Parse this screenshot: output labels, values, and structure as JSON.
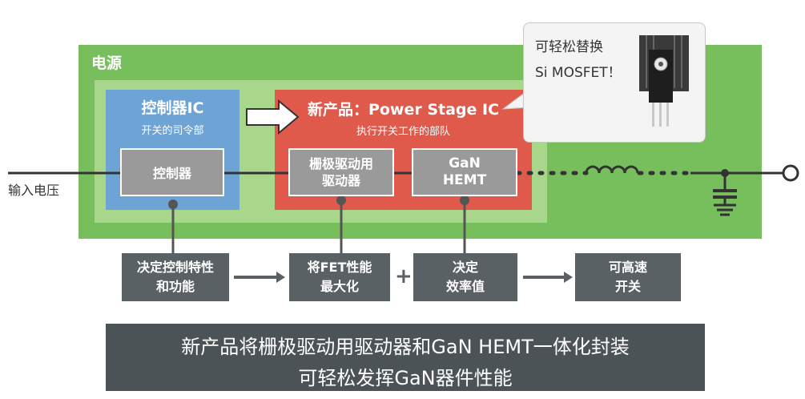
{
  "power_supply": {
    "title": "电源"
  },
  "controller_ic": {
    "title": "控制器IC",
    "subtitle": "开关的司令部",
    "box_label": "控制器"
  },
  "power_stage": {
    "title": "新产品：Power Stage IC",
    "subtitle": "执行开关工作的部队",
    "gate_driver_label": "栅极驱动用\n驱动器",
    "gan_label": "GaN\nHEMT"
  },
  "callout": {
    "line1": "可轻松替换",
    "line2": "Si MOSFET！"
  },
  "input_label": "输入电压",
  "bottom_boxes": {
    "decide_control": "决定控制特性\n和功能",
    "maximize_fet": "将FET性能\n最大化",
    "plus_sign": "+",
    "decide_efficiency": "决定\n效率值",
    "fast_switch": "可高速\n开关"
  },
  "banner": {
    "line1": "新产品将栅极驱动用驱动器和GaN HEMT一体化封装",
    "line2": "可轻松发挥GaN器件性能"
  },
  "colors": {
    "power_green": "#76bf5c",
    "controller_blue": "#6ea3d6",
    "power_stage_red": "#e05a4c",
    "box_gray": "#9a9a9a",
    "dark_box": "#5a6165"
  }
}
